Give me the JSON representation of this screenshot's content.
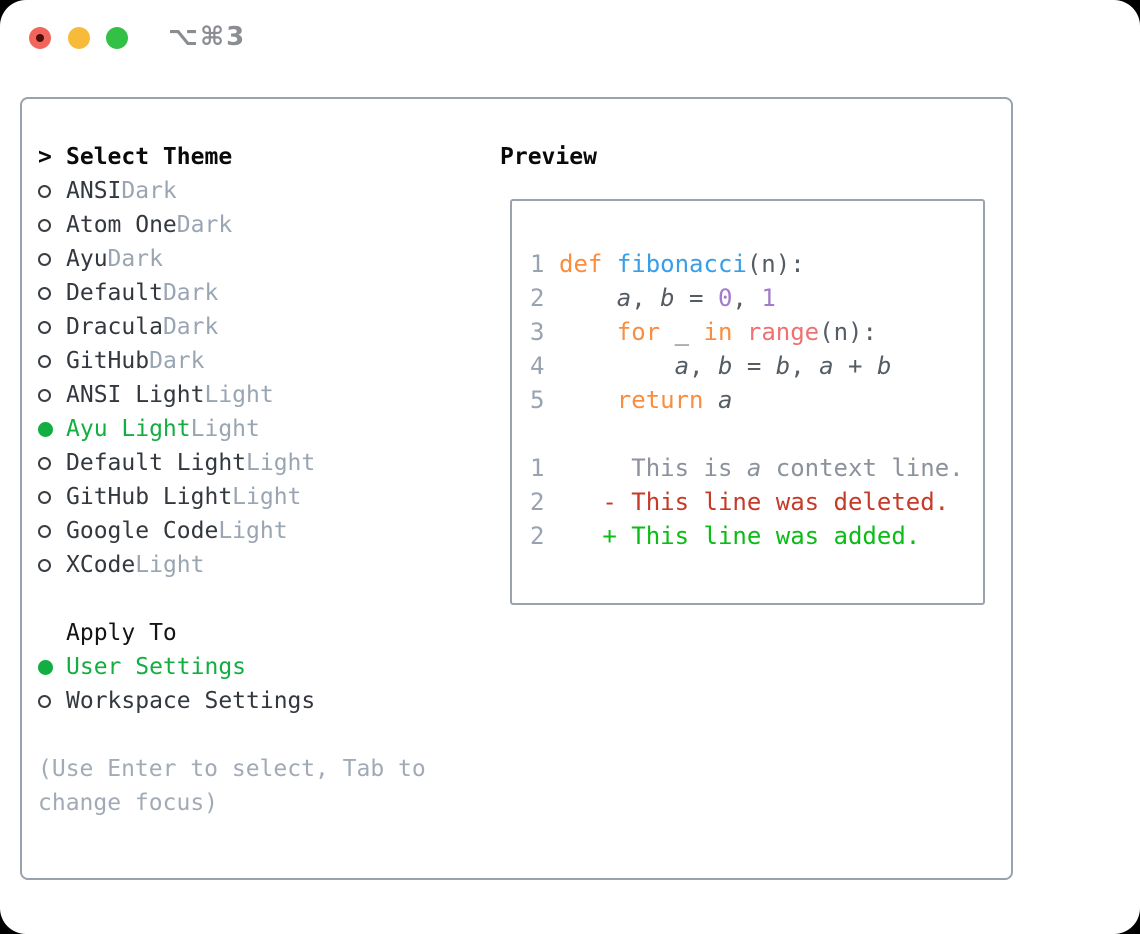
{
  "window": {
    "title": "⌥⌘3"
  },
  "panel": {
    "cursor": ">",
    "select_header": "Select Theme",
    "themes": [
      {
        "name": "ANSI",
        "variant": "Dark",
        "selected": false
      },
      {
        "name": "Atom One",
        "variant": "Dark",
        "selected": false
      },
      {
        "name": "Ayu",
        "variant": "Dark",
        "selected": false
      },
      {
        "name": "Default",
        "variant": "Dark",
        "selected": false
      },
      {
        "name": "Dracula",
        "variant": "Dark",
        "selected": false
      },
      {
        "name": "GitHub",
        "variant": "Dark",
        "selected": false
      },
      {
        "name": "ANSI Light",
        "variant": "Light",
        "selected": false
      },
      {
        "name": "Ayu Light",
        "variant": "Light",
        "selected": true
      },
      {
        "name": "Default Light",
        "variant": "Light",
        "selected": false
      },
      {
        "name": "GitHub Light",
        "variant": "Light",
        "selected": false
      },
      {
        "name": "Google Code",
        "variant": "Light",
        "selected": false
      },
      {
        "name": "XCode",
        "variant": "Light",
        "selected": false
      }
    ],
    "apply_header": "Apply To",
    "apply_options": [
      {
        "label": "User Settings",
        "selected": true
      },
      {
        "label": "Workspace Settings",
        "selected": false
      }
    ],
    "help_lines": [
      "(Use Enter to select, Tab to",
      "change focus)"
    ]
  },
  "preview": {
    "header": "Preview",
    "code_lines": [
      {
        "num": "1",
        "tokens": [
          {
            "t": "def",
            "c": "kw"
          },
          {
            "t": " "
          },
          {
            "t": "fibonacci",
            "c": "fn"
          },
          {
            "t": "(n):"
          }
        ]
      },
      {
        "num": "2",
        "tokens": [
          {
            "t": "    "
          },
          {
            "t": "a",
            "c": "var"
          },
          {
            "t": ", "
          },
          {
            "t": "b",
            "c": "var"
          },
          {
            "t": " = "
          },
          {
            "t": "0",
            "c": "num"
          },
          {
            "t": ", "
          },
          {
            "t": "1",
            "c": "num"
          }
        ]
      },
      {
        "num": "3",
        "tokens": [
          {
            "t": "    "
          },
          {
            "t": "for",
            "c": "kw"
          },
          {
            "t": " _ "
          },
          {
            "t": "in",
            "c": "kw"
          },
          {
            "t": " "
          },
          {
            "t": "range",
            "c": "bi"
          },
          {
            "t": "(n):"
          }
        ]
      },
      {
        "num": "4",
        "tokens": [
          {
            "t": "        "
          },
          {
            "t": "a",
            "c": "var"
          },
          {
            "t": ", "
          },
          {
            "t": "b",
            "c": "var"
          },
          {
            "t": " = "
          },
          {
            "t": "b",
            "c": "var"
          },
          {
            "t": ", "
          },
          {
            "t": "a",
            "c": "var"
          },
          {
            "t": " + "
          },
          {
            "t": "b",
            "c": "var"
          }
        ]
      },
      {
        "num": "5",
        "tokens": [
          {
            "t": "    "
          },
          {
            "t": "return",
            "c": "kw"
          },
          {
            "t": " "
          },
          {
            "t": "a",
            "c": "var"
          }
        ]
      }
    ],
    "diff_lines": [
      {
        "num": "1",
        "kind": "context",
        "tokens": [
          {
            "t": "     This is "
          },
          {
            "t": "a",
            "i": true
          },
          {
            "t": " context line."
          }
        ]
      },
      {
        "num": "2",
        "kind": "deleted",
        "tokens": [
          {
            "t": "   - This line was deleted."
          }
        ]
      },
      {
        "num": "2",
        "kind": "added",
        "tokens": [
          {
            "t": "   + This line was added."
          }
        ]
      }
    ]
  },
  "colors": {
    "selected_green": "#13ae42",
    "diff_added": "#0abd16",
    "diff_deleted": "#c63a28",
    "diff_context": "#8c929c",
    "keyword_orange": "#fa8d3e",
    "function_blue": "#399ee6",
    "builtin_red": "#f07171",
    "number_purple": "#a37acc",
    "code_text": "#565c64",
    "line_number_gray": "#98a2b0",
    "variant_gray": "#9aa5b3",
    "help_gray": "#a2aab6",
    "box_border": "#9aa2ae",
    "traffic_red": "#f2655c",
    "traffic_yellow": "#f7bb39",
    "traffic_green": "#33c046"
  }
}
